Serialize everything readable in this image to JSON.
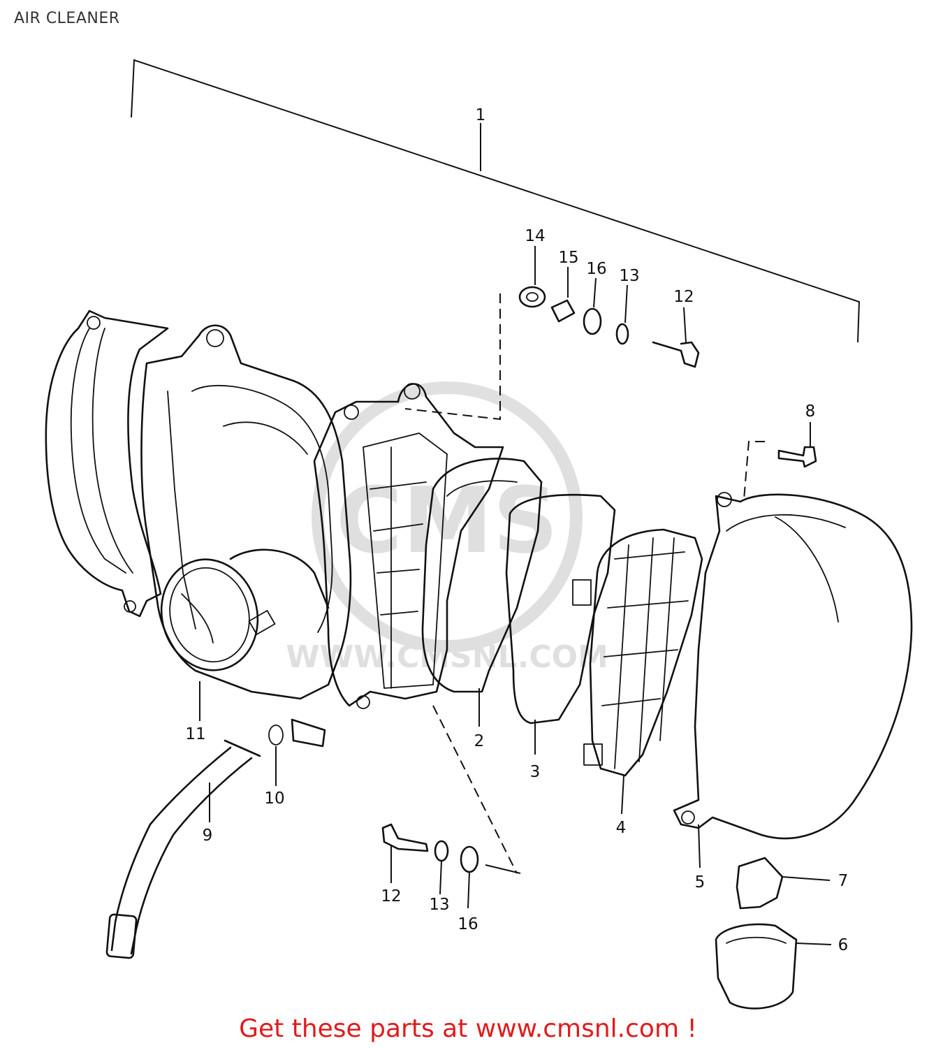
{
  "page": {
    "title": "AIR CLEANER",
    "footer": "Get these parts at www.cmsnl.com !"
  },
  "watermark": {
    "logo_text": "CMS",
    "url_text": "WWW.CMSNL.COM"
  },
  "callouts": [
    {
      "id": "c1",
      "label": "1"
    },
    {
      "id": "c2",
      "label": "2"
    },
    {
      "id": "c3",
      "label": "3"
    },
    {
      "id": "c4",
      "label": "4"
    },
    {
      "id": "c5",
      "label": "5"
    },
    {
      "id": "c7",
      "label": "7"
    },
    {
      "id": "c8",
      "label": "8"
    },
    {
      "id": "c9",
      "label": "9"
    },
    {
      "id": "c10",
      "label": "10"
    },
    {
      "id": "c11",
      "label": "11"
    },
    {
      "id": "c12a",
      "label": "12"
    },
    {
      "id": "c12b",
      "label": "12"
    },
    {
      "id": "c13a",
      "label": "13"
    },
    {
      "id": "c13b",
      "label": "13"
    },
    {
      "id": "c14",
      "label": "14"
    },
    {
      "id": "c15",
      "label": "15"
    },
    {
      "id": "c16a",
      "label": "16"
    },
    {
      "id": "c16b",
      "label": "16"
    },
    {
      "id": "c6",
      "label": "6"
    }
  ]
}
